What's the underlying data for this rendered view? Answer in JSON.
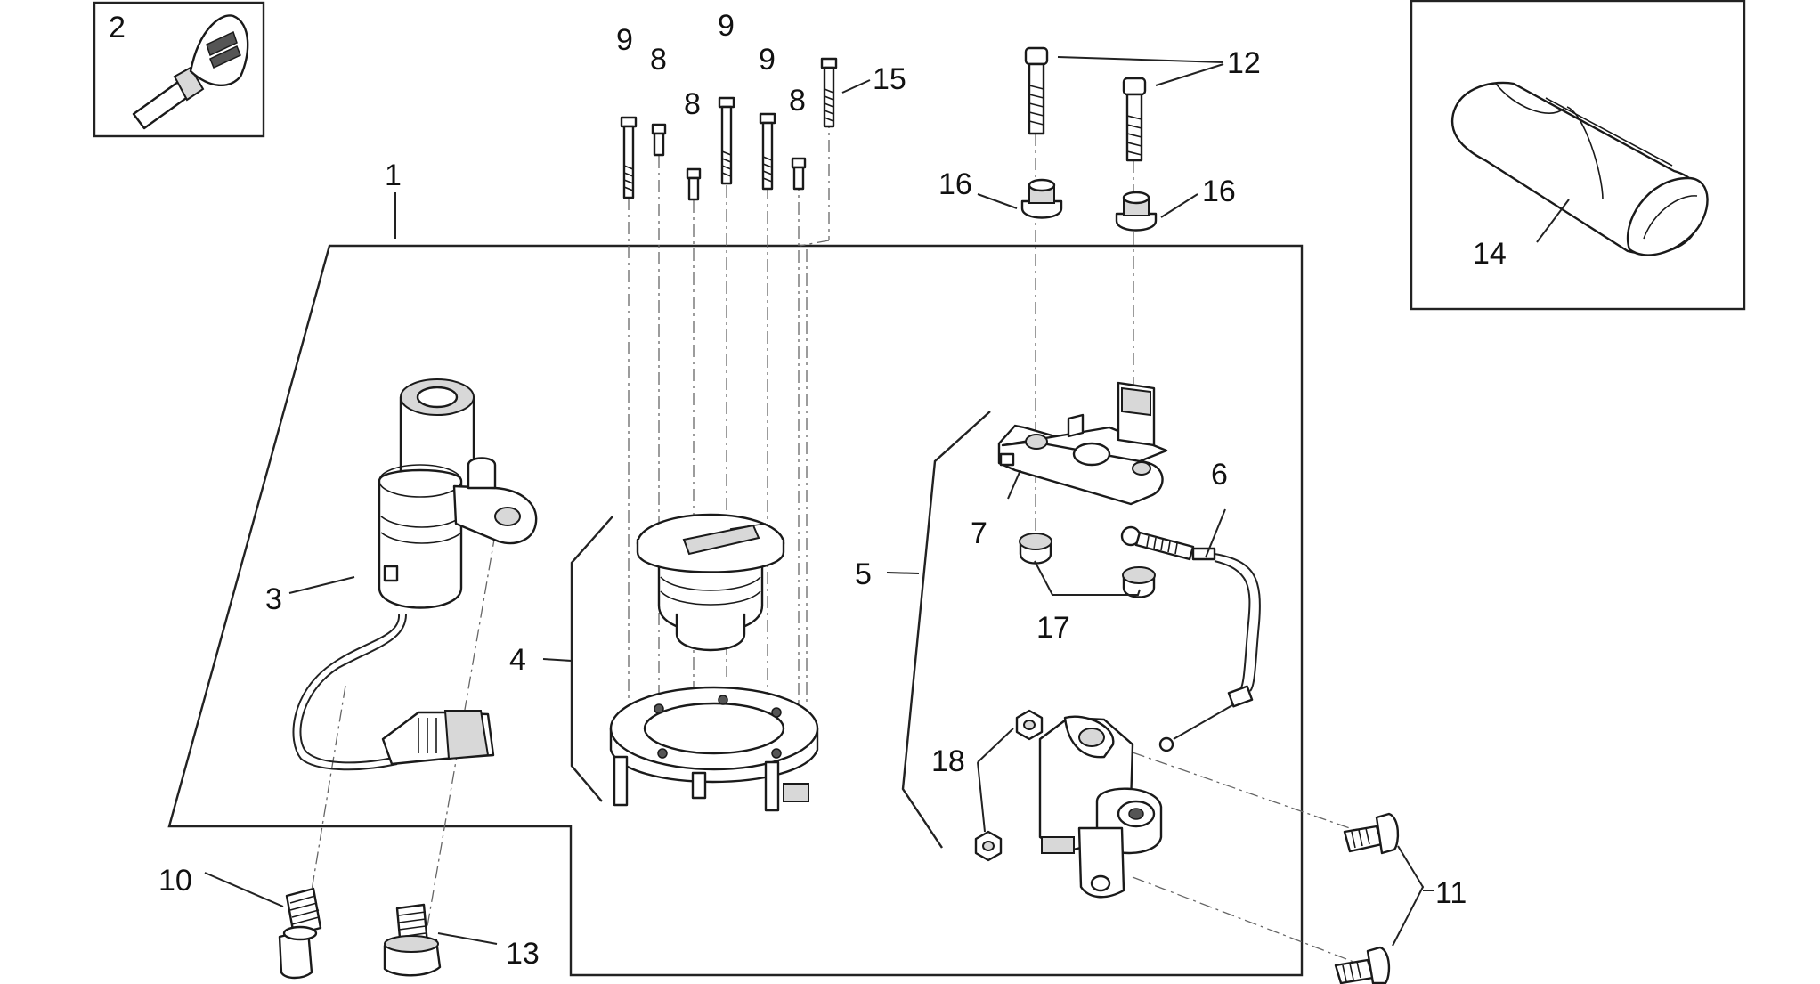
{
  "diagram": {
    "callouts": {
      "c1": "1",
      "c2": "2",
      "c3": "3",
      "c4": "4",
      "c5": "5",
      "c6": "6",
      "c7": "7",
      "c8a": "8",
      "c8b": "8",
      "c8c": "8",
      "c9a": "9",
      "c9b": "9",
      "c9c": "9",
      "c10": "10",
      "c11": "11",
      "c12": "12",
      "c13": "13",
      "c14": "14",
      "c15": "15",
      "c16a": "16",
      "c16b": "16",
      "c17": "17",
      "c18": "18"
    },
    "parts": [
      "ignition-key",
      "ignition-switch",
      "fuel-filler-cap",
      "filler-cap-flange",
      "seat-lock-bracket",
      "seat-lock-cable",
      "seat-lock",
      "screw",
      "bolt",
      "grub-screw",
      "flange-screw",
      "cap-screw",
      "tool-bag",
      "spacer",
      "grommet",
      "nut"
    ],
    "colors": {
      "line": "#1a1a1a",
      "dash": "#666666",
      "background": "#ffffff"
    }
  }
}
